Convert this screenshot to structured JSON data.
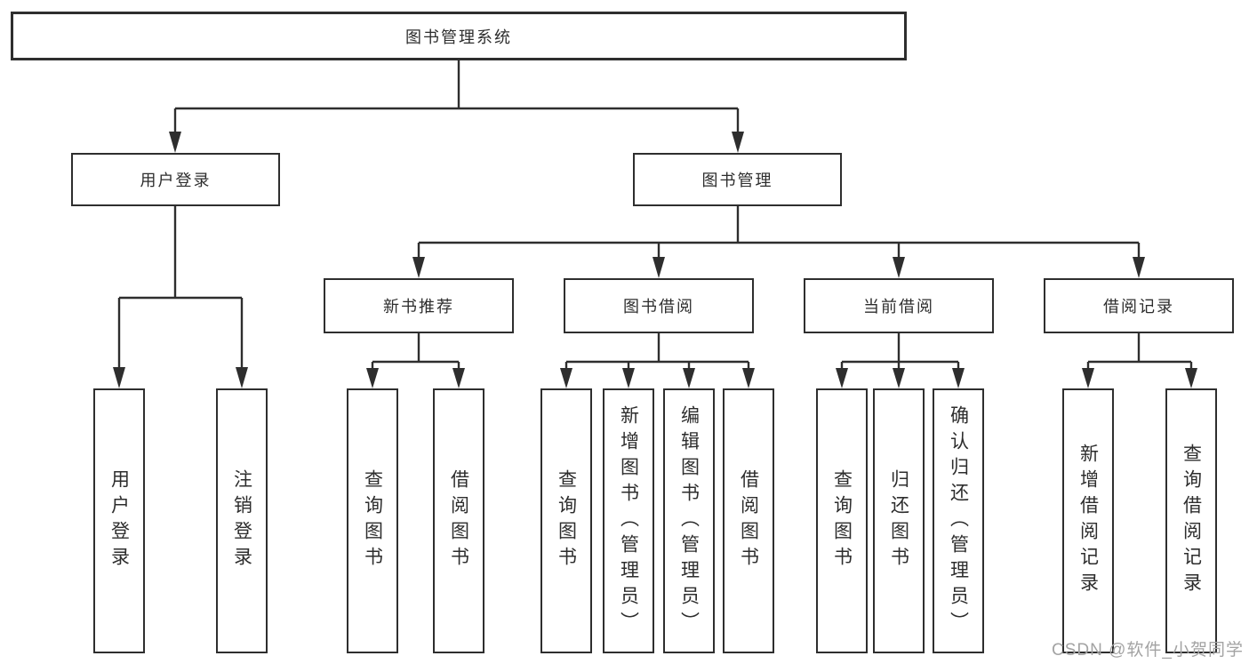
{
  "diagram": {
    "title_node": {
      "label": "图书管理系统"
    },
    "level2": [
      {
        "label": "用户登录"
      },
      {
        "label": "图书管理"
      }
    ],
    "level3": [
      {
        "label": "新书推荐",
        "parent": "图书管理"
      },
      {
        "label": "图书借阅",
        "parent": "图书管理"
      },
      {
        "label": "当前借阅",
        "parent": "图书管理"
      },
      {
        "label": "借阅记录",
        "parent": "图书管理"
      }
    ],
    "leaves": [
      {
        "label": "用户登录",
        "parent": "用户登录"
      },
      {
        "label": "注销登录",
        "parent": "用户登录"
      },
      {
        "label": "查询图书",
        "parent": "新书推荐"
      },
      {
        "label": "借阅图书",
        "parent": "新书推荐"
      },
      {
        "label": "查询图书",
        "parent": "图书借阅"
      },
      {
        "label": "新增图书（管理员）",
        "parent": "图书借阅"
      },
      {
        "label": "编辑图书（管理员）",
        "parent": "图书借阅"
      },
      {
        "label": "借阅图书",
        "parent": "图书借阅"
      },
      {
        "label": "查询图书",
        "parent": "当前借阅"
      },
      {
        "label": "归还图书",
        "parent": "当前借阅"
      },
      {
        "label": "确认归还（管理员）",
        "parent": "当前借阅"
      },
      {
        "label": "新增借阅记录",
        "parent": "借阅记录"
      },
      {
        "label": "查询借阅记录",
        "parent": "借阅记录"
      }
    ]
  },
  "watermark": "CSDN @软件_小贺同学",
  "colors": {
    "line": "#2e2e2e",
    "text": "#2d2d2d",
    "watermark": "#a3a3a3",
    "background": "#ffffff"
  }
}
